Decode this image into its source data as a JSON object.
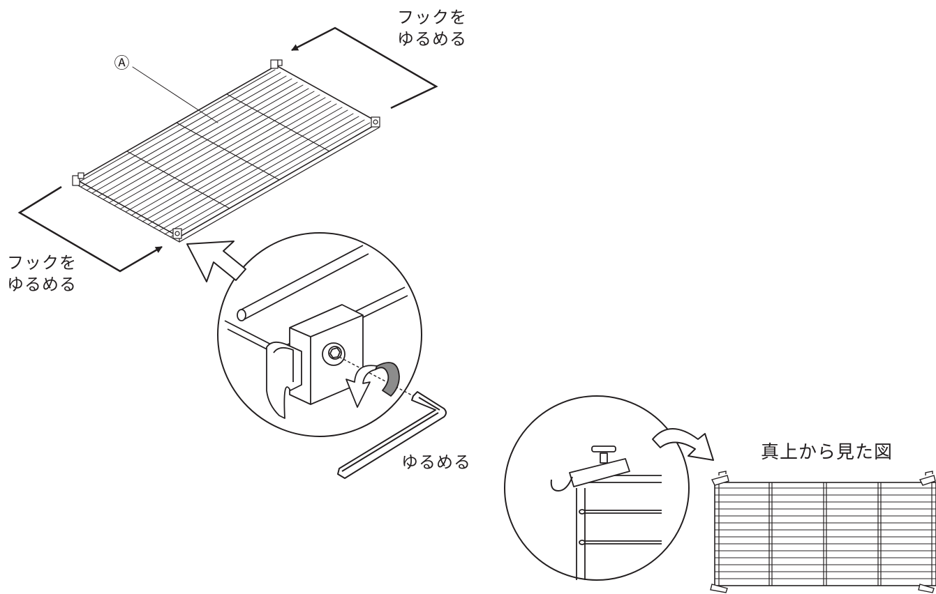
{
  "labels": {
    "hook_loosen_top": [
      "フックを",
      "ゆるめる"
    ],
    "hook_loosen_left": [
      "フックを",
      "ゆるめる"
    ],
    "loosen_wrench": "ゆるめる",
    "top_view_caption": "真上から見た図",
    "part_callout": "Ⓐ"
  },
  "icons": {
    "shelf": "wire-shelf-icon",
    "detail_bracket": "bracket-detail-icon",
    "hex_wrench": "hex-wrench-icon",
    "rotate": "rotate-arrow-icon",
    "hook_detail": "hook-detail-icon",
    "top_view": "top-view-shelf-icon"
  },
  "colors": {
    "line": "#231f20",
    "fill": "#ffffff",
    "shade": "#8c8c8c"
  }
}
